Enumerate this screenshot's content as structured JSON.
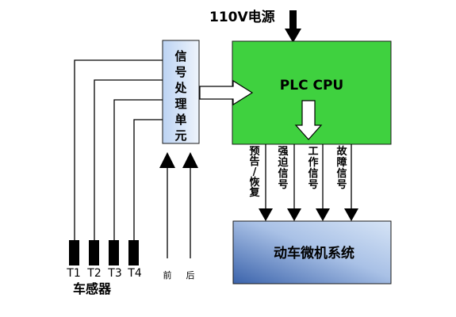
{
  "power_label": "110V电源",
  "cpu_label": "PLC CPU",
  "signal_unit_chars": [
    "信",
    "号",
    "处",
    "理",
    "单",
    "元"
  ],
  "train_system_label": "动车微机系统",
  "signal_columns": [
    [
      "预",
      "告",
      "/",
      "恢",
      "复"
    ],
    [
      "强",
      "迫",
      "信",
      "号"
    ],
    [
      "工",
      "作",
      "信",
      "号"
    ],
    [
      "故",
      "障",
      "信",
      "号"
    ]
  ],
  "sensor_labels": [
    "T1",
    "T2",
    "T3",
    "T4"
  ],
  "sensor_group_label": "车感器",
  "input_labels": [
    "前",
    "后"
  ],
  "colors": {
    "cpu_fill": "#3fd13f",
    "signal_unit_fill": "#dbe9fb",
    "train_system_fill_top": "#cfdff5",
    "train_system_fill_bottom": "#3f68b0",
    "line": "#000000"
  }
}
